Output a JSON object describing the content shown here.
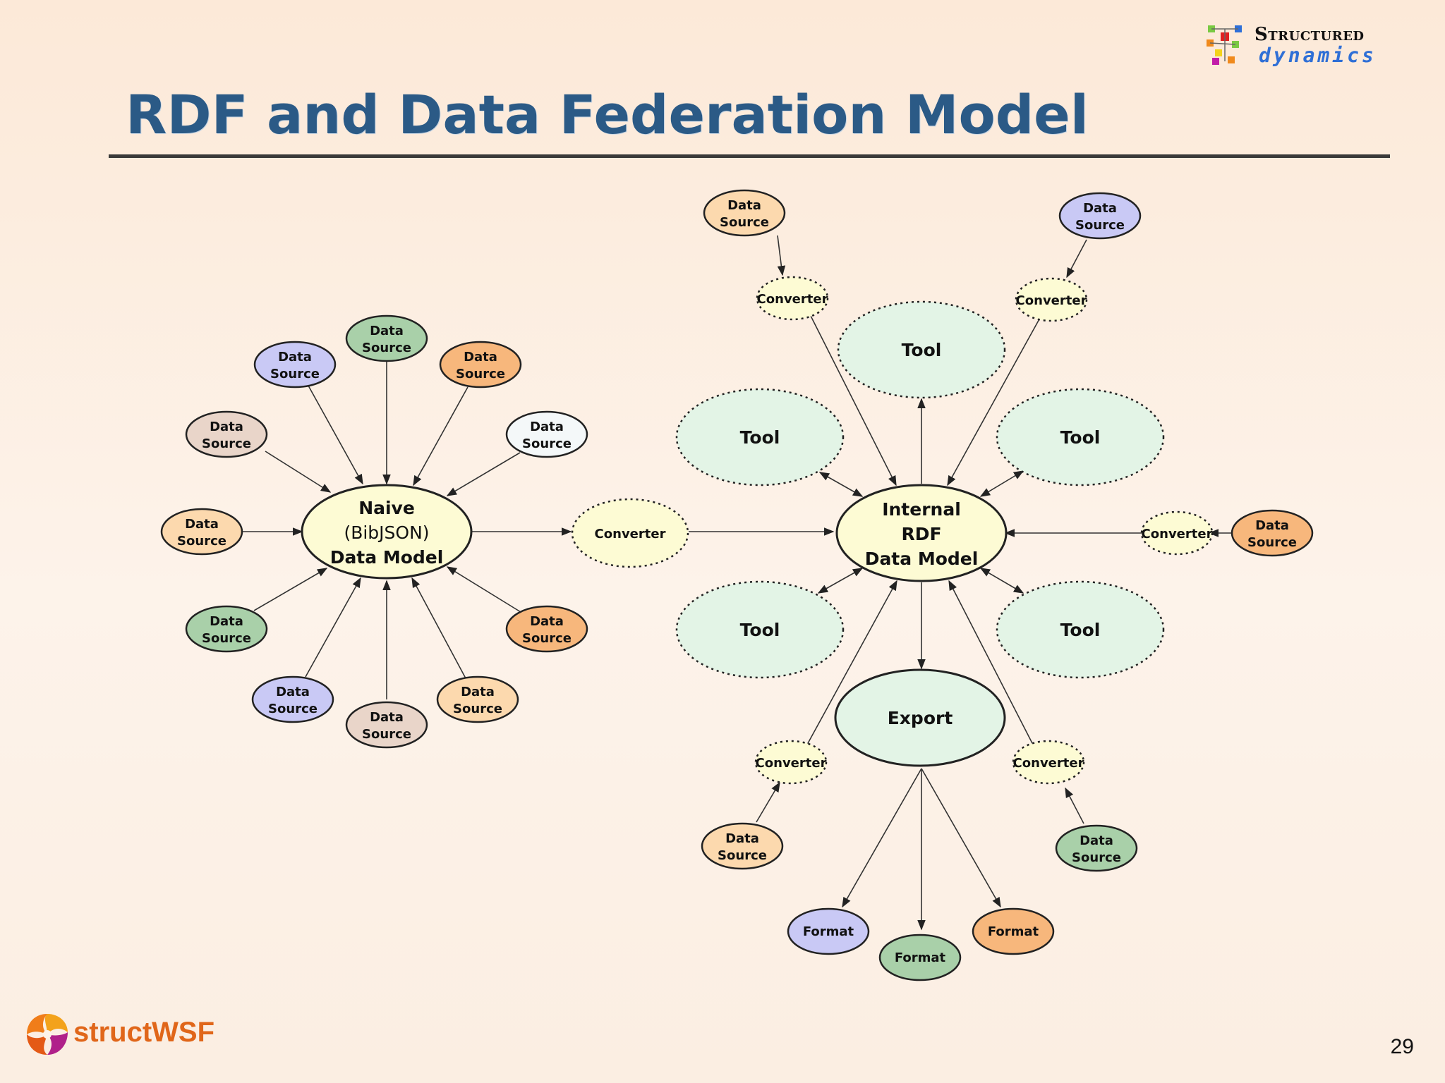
{
  "slide": {
    "title": "RDF and Data Federation Model",
    "page_number": "29"
  },
  "logos": {
    "structured_dynamics": {
      "line1": "Structured",
      "line2": "dynamics"
    },
    "structwsf": {
      "text": "structWSF"
    }
  },
  "colors": {
    "title": "#2b5a86",
    "purple": "#c9c9f5",
    "green": "#a9d0a9",
    "orange": "#f7b77c",
    "peach": "#fcd9ae",
    "tan": "#e9d5c9",
    "white": "#f4f8f9",
    "converter": "#fdfbd4",
    "tool": "#e3f4e6",
    "hub": "#fdfbd4",
    "export": "#e3f4e6"
  },
  "labels": {
    "data_source_line1": "Data",
    "data_source_line2": "Source",
    "converter": "Converter",
    "tool": "Tool",
    "export": "Export",
    "format": "Format"
  },
  "naive_hub": {
    "line1": "Naive",
    "line2": "(BibJSON)",
    "line3": "Data Model"
  },
  "internal_hub": {
    "line1": "Internal",
    "line2": "RDF",
    "line3": "Data Model"
  }
}
